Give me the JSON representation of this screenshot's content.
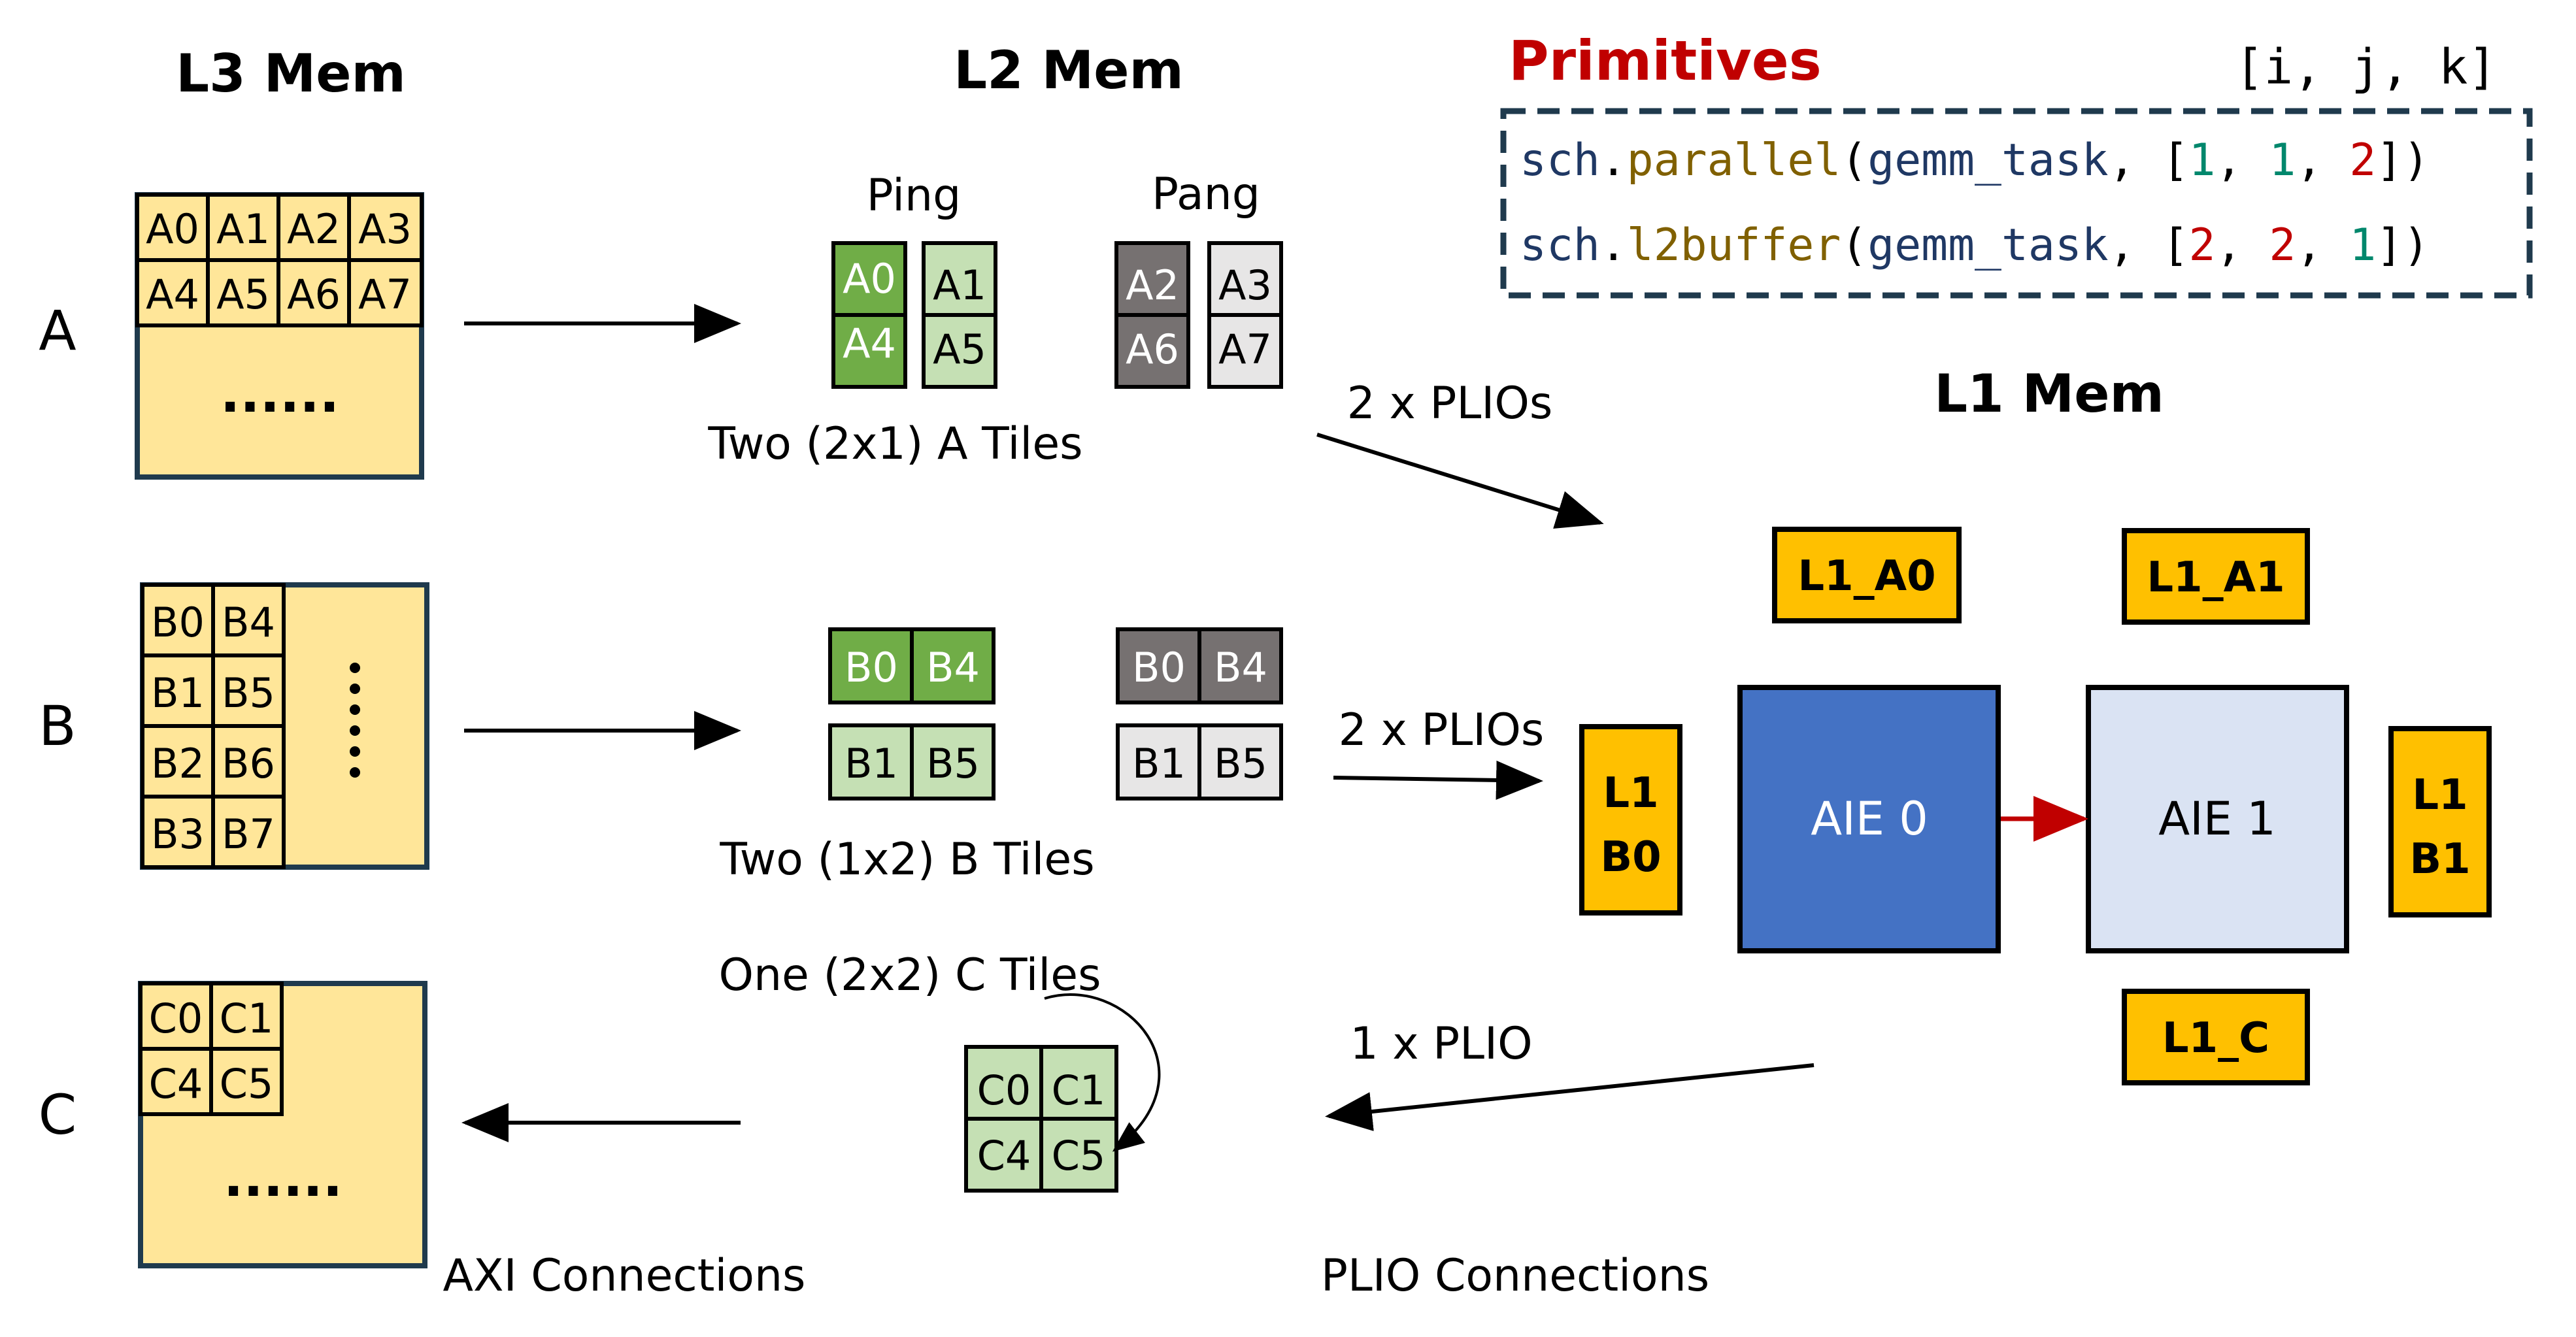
{
  "headers": {
    "l3": "L3 Mem",
    "l2": "L2 Mem",
    "l1": "L1 Mem"
  },
  "rows": {
    "a": "A",
    "b": "B",
    "c": "C"
  },
  "l3": {
    "a_cells": [
      "A0",
      "A1",
      "A2",
      "A3",
      "A4",
      "A5",
      "A6",
      "A7"
    ],
    "b_cells": [
      "B0",
      "B4",
      "B1",
      "B5",
      "B2",
      "B6",
      "B3",
      "B7"
    ],
    "c_cells": [
      "C0",
      "C1",
      "C4",
      "C5"
    ],
    "ellipsis": "......"
  },
  "l2": {
    "ping": "Ping",
    "pang": "Pang",
    "a_ping": [
      "A0",
      "A4",
      "A1",
      "A5"
    ],
    "a_pang": [
      "A2",
      "A6",
      "A3",
      "A7"
    ],
    "a_caption": "Two (2x1) A Tiles",
    "b_ping": [
      "B0",
      "B4",
      "B1",
      "B5"
    ],
    "b_pang": [
      "B0",
      "B4",
      "B1",
      "B5"
    ],
    "b_caption": "Two (1x2) B Tiles",
    "c_caption": "One (2x2) C Tiles",
    "c_cells": [
      "C0",
      "C1",
      "C4",
      "C5"
    ]
  },
  "links": {
    "a_plio": "2 x PLIOs",
    "b_plio": "2 x PLIOs",
    "c_plio": "1 x PLIO",
    "axi": "AXI Connections",
    "plio": "PLIO Connections"
  },
  "l1": {
    "a0": "L1_A0",
    "a1": "L1_A1",
    "b0_line1": "L1",
    "b0_line2": "B0",
    "b1_line1": "L1",
    "b1_line2": "B1",
    "c": "L1_C",
    "aie0": "AIE 0",
    "aie1": "AIE 1"
  },
  "primitives": {
    "title": "Primitives",
    "index_label": "[i, j, k]",
    "line1": {
      "obj": "sch",
      "dot": ".",
      "method": "parallel",
      "open": "(",
      "arg": "gemm_task",
      "sep": ", [",
      "v1": "1",
      "c1": ", ",
      "v2": "1",
      "c2": ", ",
      "v3": "2",
      "close": "])"
    },
    "line2": {
      "obj": "sch",
      "dot": ".",
      "method": "l2buffer",
      "open": "(",
      "arg": "gemm_task",
      "sep": ", [",
      "v1": "2",
      "c1": ", ",
      "v2": "2",
      "c2": ", ",
      "v3": "1",
      "close": "])"
    }
  },
  "colors": {
    "l3_fill": "#FFE699",
    "l3_border": "#1F3A4D",
    "green_dark": "#70AD47",
    "green_light": "#C5E0B4",
    "gray_dark": "#767171",
    "gray_light": "#E7E6E6",
    "l1_box": "#FFC000",
    "aie0": "#4472C4",
    "aie1": "#DAE3F3",
    "title_red": "#C00000",
    "code_navy": "#1F3864",
    "code_brown": "#806000",
    "code_green": "#00876C",
    "code_red": "#C00000",
    "arrow_red": "#C00000"
  }
}
